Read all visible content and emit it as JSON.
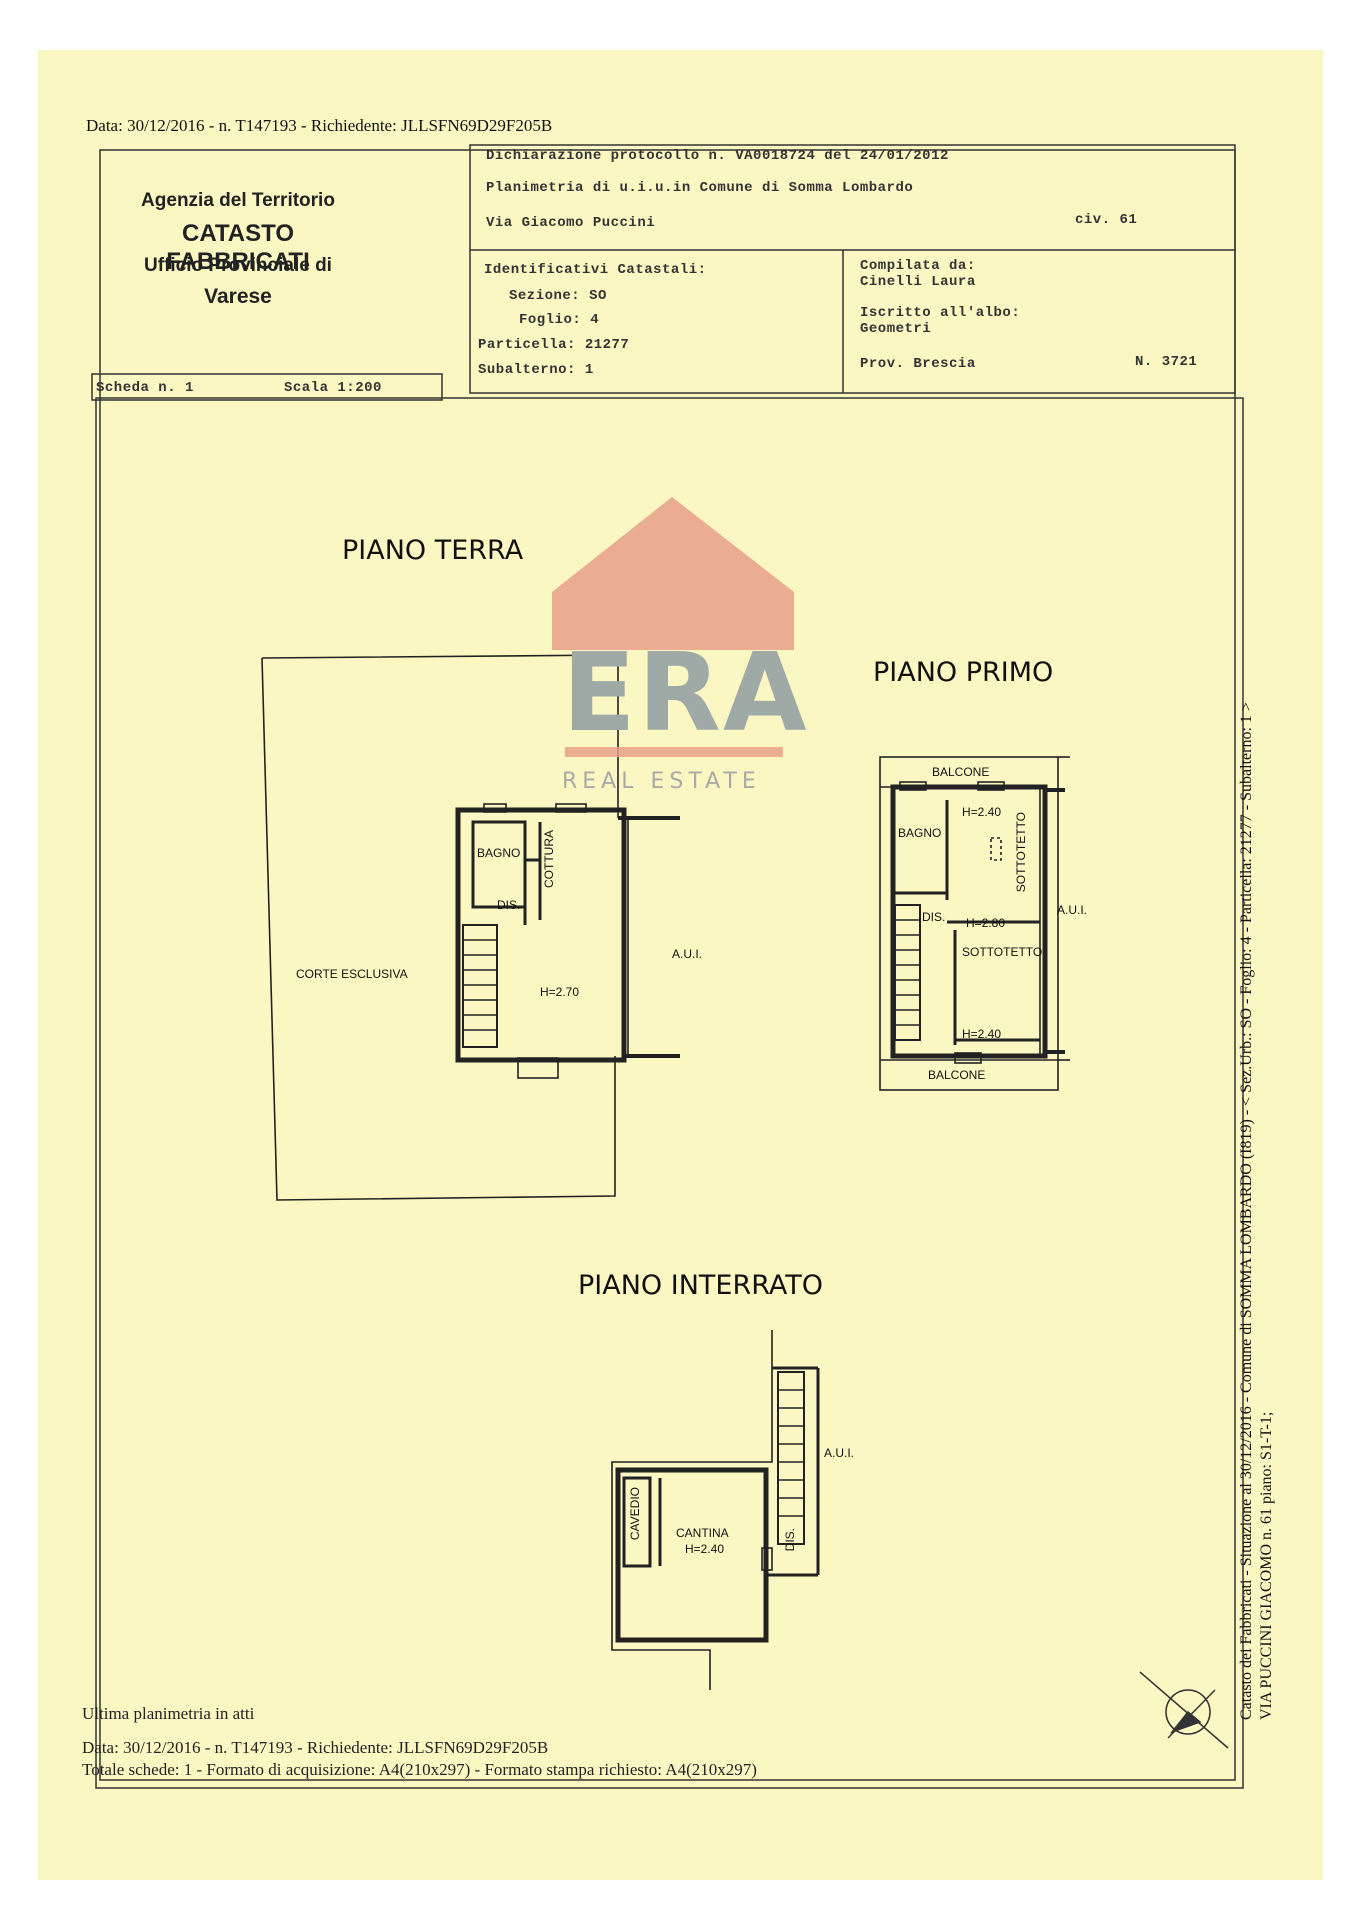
{
  "header": {
    "top_line": "Data: 30/12/2016 - n. T147193 - Richiedente: JLLSFN69D29F205B",
    "agency_line1": "Agenzia del Territorio",
    "agency_line2": "CATASTO FABBRICATI",
    "agency_line3": "Ufficio Provinciale di",
    "agency_line4": "Varese",
    "dichiarazione": "Dichiarazione protocollo n. VA0018724 del 24/01/2012",
    "planimetria": "Planimetria di u.i.u.in Comune di Somma Lombardo",
    "via": "Via Giacomo Puccini",
    "civ": "civ. 61",
    "ident_title": "Identificativi Catastali:",
    "sezione": "Sezione: SO",
    "foglio": "Foglio: 4",
    "particella": "Particella: 21277",
    "subalterno": "Subalterno: 1",
    "compilata_label": "Compilata da:",
    "compilata_name": "Cinelli Laura",
    "iscritto": "Iscritto all'albo:",
    "geometri": "Geometri",
    "prov": "Prov. Brescia",
    "numero": "N. 3721",
    "scheda": "Scheda n. 1",
    "scala": "Scala 1:200"
  },
  "plans": {
    "terra_title": "PIANO TERRA",
    "primo_title": "PIANO PRIMO",
    "interrato_title": "PIANO INTERRATO",
    "terra_rooms": {
      "bagno": "BAGNO",
      "cottura": "COTTURA",
      "dis": "DIS.",
      "corte": "CORTE ESCLUSIVA",
      "height": "H=2.70",
      "aui": "A.U.I."
    },
    "primo_rooms": {
      "balcone_top": "BALCONE",
      "h_top": "H=2.40",
      "bagno": "BAGNO",
      "sottotetto_v": "SOTTOTETTO",
      "aui": "A.U.I.",
      "dis": "DIS.",
      "h_mid": "H=2.80",
      "sottotetto": "SOTTOTETTO",
      "h_bottom": "H=2.40",
      "balcone_bottom": "BALCONE"
    },
    "interrato_rooms": {
      "aui": "A.U.I.",
      "cavedio": "CAVEDIO",
      "cantina": "CANTINA",
      "height": "H=2.40",
      "dis": "DIS."
    }
  },
  "watermark": {
    "brand": "ERA",
    "tagline": "REAL ESTATE",
    "roof_color": "#e8a08a",
    "text_color": "#9fa9a5"
  },
  "footer": {
    "ultima": "Ultima planimetria in atti",
    "data_line": "Data: 30/12/2016 - n. T147193 - Richiedente: JLLSFN69D29F205B",
    "totale_line": "Totale schede: 1 - Formato di acquisizione: A4(210x297) - Formato stampa richiesto: A4(210x297)"
  },
  "side_text": {
    "line1": "Catasto dei Fabbricati - Situazione al 30/12/2016 - Comune di SOMMA LOMBARDO (I819) - < Sez.Urb.: SO - Foglio: 4 - Particella: 21277 - Subalterno: 1 >",
    "line2": "VIA PUCCINI GIACOMO n. 61 piano: S1-T-1;"
  },
  "colors": {
    "paper": "#fbf7c3",
    "ink": "#222222"
  }
}
